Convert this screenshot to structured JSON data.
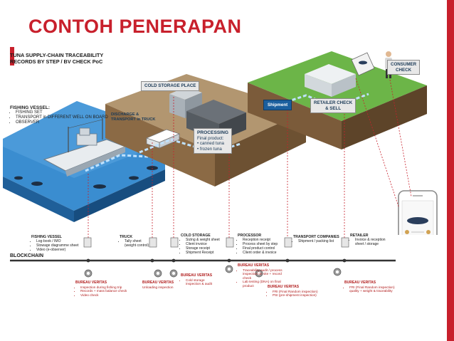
{
  "title": "CONTOH PENERAPAN",
  "subtitle": [
    "TUNA SUPPLY-CHAIN TRACEABILITY",
    "RECORDS BY STEP / BV CHECK PoC"
  ],
  "scene_callouts": {
    "cold_storage": "COLD STORAGE PLACE",
    "shipment": "Shipment",
    "retailer": [
      "RETAILER CHECK",
      "& SELL"
    ],
    "consumer": [
      "CONSUMER",
      "CHECK"
    ],
    "discharge": [
      "DISCHARGE &",
      "TRANSPORT in TRUCK"
    ],
    "processing": {
      "title": "PROCESSING",
      "sub": "Final product:",
      "items": [
        "canned tuna",
        "frozen tuna"
      ]
    }
  },
  "fishing_vessel": {
    "title": "FISHING VESSEL:",
    "items": [
      "FISHING SET",
      "TRANSPORT in DIFFERENT WELL ON BOARD",
      "OBSERVER"
    ]
  },
  "blockchain_label": "BLOCKCHAIN",
  "stages": [
    {
      "title": "FISHING VESSEL",
      "items": [
        "Log-book / IMO",
        "Stowage diagramme sheet",
        "Video (e-observer)"
      ]
    },
    {
      "title": "TRUCK",
      "items": [
        "Tally sheet",
        "(weight control)"
      ]
    },
    {
      "title": "COLD STORAGE",
      "items": [
        "Sizing & weight sheet",
        "Client invoice",
        "Storage receipt",
        "Shipment Receipt"
      ]
    },
    {
      "title": "PROCESSOR",
      "items": [
        "Reception receipt",
        "Process sheet by step",
        "Final product control",
        "Client order & invoice"
      ]
    },
    {
      "title": "TRANSPORT COMPANIES",
      "items": [
        "Shipment / packing list"
      ]
    },
    {
      "title": "RETAILER",
      "items": [
        "Invoice & reception",
        "sheet / storage"
      ]
    }
  ],
  "bureau": [
    {
      "title": "BUREAU VERITAS",
      "items": [
        "Inspection during fishing trip",
        "Records + mass balance check",
        "Video check"
      ]
    },
    {
      "title": "BUREAU VERITAS",
      "items": [
        "Unloading inspection"
      ]
    },
    {
      "title": "BUREAU VERITAS",
      "items": [
        "Cold storage",
        "inspection & audit"
      ]
    },
    {
      "title": "BUREAU VERITAS",
      "items": [
        "Traceability audit / process",
        "inspection on site + record",
        "check",
        "Lab testing (DNA) on final",
        "product"
      ]
    },
    {
      "title": "BUREAU VERITAS",
      "items": [
        "FRI (Final Random inspection)",
        "PSI (pre-shipment inspection)"
      ]
    },
    {
      "title": "BUREAU VERITAS",
      "items": [
        "FRI (Final Random inspection)",
        "quality + weight & traceability"
      ]
    }
  ],
  "colors": {
    "accent": "#c8202c",
    "water": "#2f7fc0",
    "grass": "#5aa43a",
    "soil": "#a0805a",
    "callout_blue": "#1b5f9e"
  }
}
